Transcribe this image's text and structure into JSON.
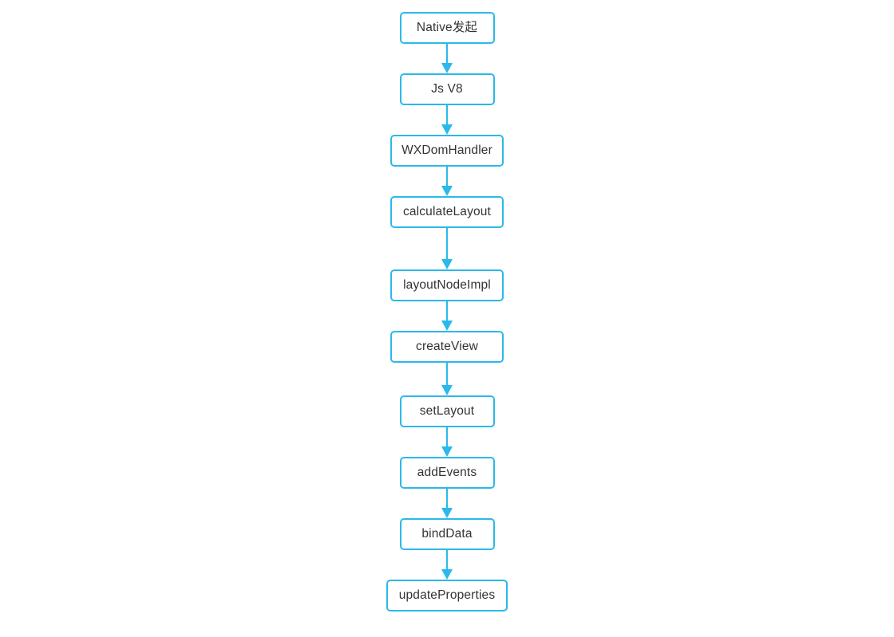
{
  "diagram": {
    "title": "Weex rendering pipeline flow",
    "type": "flowchart",
    "orientation": "top-to-bottom",
    "background_color": "#ffffff",
    "node_border_color": "#2ab9ea",
    "node_fill_color": "#ffffff",
    "node_text_color": "#333333",
    "arrow_color": "#2ab9ea",
    "nodes": [
      {
        "id": "n1",
        "label": "Native发起",
        "width": "w-narrow"
      },
      {
        "id": "n2",
        "label": "Js V8",
        "width": "w-narrow"
      },
      {
        "id": "n3",
        "label": "WXDomHandler",
        "width": "w-wide"
      },
      {
        "id": "n4",
        "label": "calculateLayout",
        "width": "w-wide"
      },
      {
        "id": "n5",
        "label": "layoutNodeImpl",
        "width": "w-wide"
      },
      {
        "id": "n6",
        "label": "createView",
        "width": "w-wide"
      },
      {
        "id": "n7",
        "label": "setLayout",
        "width": "w-narrow"
      },
      {
        "id": "n8",
        "label": "addEvents",
        "width": "w-narrow"
      },
      {
        "id": "n9",
        "label": "bindData",
        "width": "w-narrow"
      },
      {
        "id": "n10",
        "label": "updateProperties",
        "width": "w-xwide"
      }
    ],
    "edges": [
      {
        "from": "n1",
        "to": "n2",
        "gap": "gap-short"
      },
      {
        "from": "n2",
        "to": "n3",
        "gap": "gap-short"
      },
      {
        "from": "n3",
        "to": "n4",
        "gap": "gap-short"
      },
      {
        "from": "n4",
        "to": "n5",
        "gap": "gap-long"
      },
      {
        "from": "n5",
        "to": "n6",
        "gap": "gap-short"
      },
      {
        "from": "n6",
        "to": "n7",
        "gap": "gap-mid"
      },
      {
        "from": "n7",
        "to": "n8",
        "gap": "gap-short"
      },
      {
        "from": "n8",
        "to": "n9",
        "gap": "gap-short"
      },
      {
        "from": "n9",
        "to": "n10",
        "gap": "gap-short"
      }
    ]
  }
}
